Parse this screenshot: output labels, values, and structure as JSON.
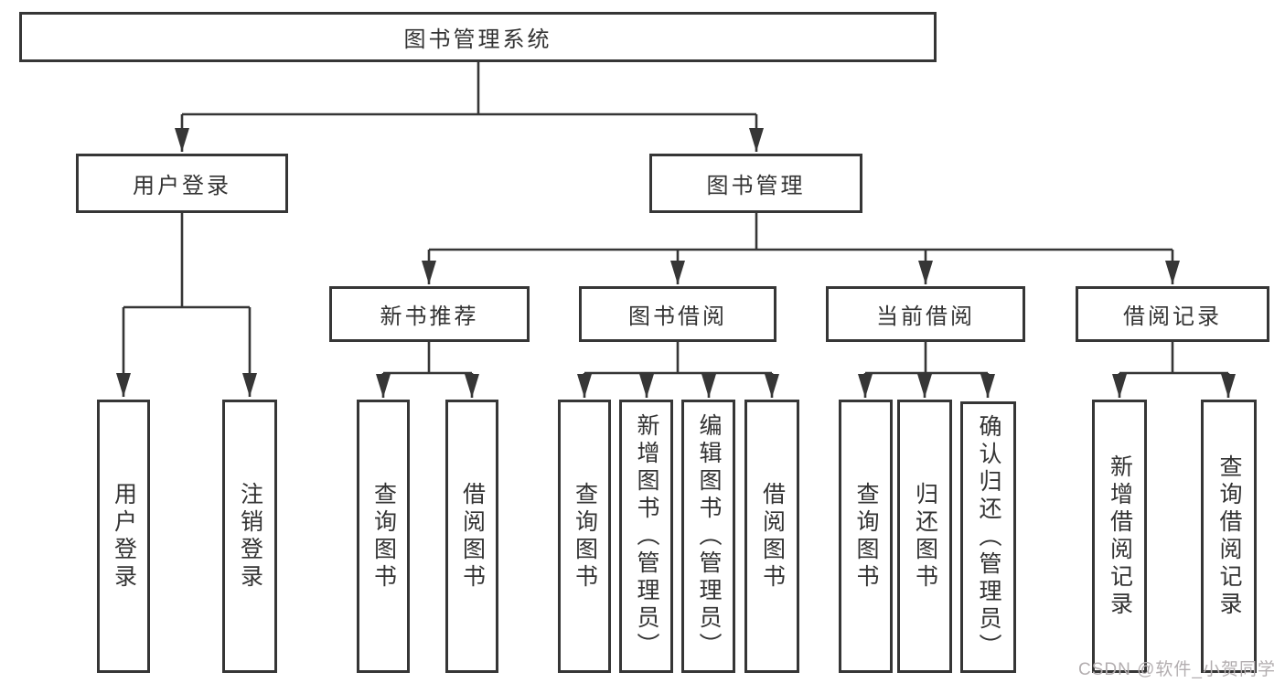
{
  "diagram": {
    "title_node": "图书管理系统",
    "root": {
      "label": "图书管理系统"
    },
    "branches": [
      {
        "label": "用户登录",
        "children": [
          {
            "label": "用户登录"
          },
          {
            "label": "注销登录"
          }
        ]
      },
      {
        "label": "图书管理",
        "sections": [
          {
            "label": "新书推荐",
            "children": [
              {
                "label": "查询图书"
              },
              {
                "label": "借阅图书"
              }
            ]
          },
          {
            "label": "图书借阅",
            "children": [
              {
                "label": "查询图书"
              },
              {
                "label": "新增图书（管理员）"
              },
              {
                "label": "编辑图书（管理员）"
              },
              {
                "label": "借阅图书"
              }
            ]
          },
          {
            "label": "当前借阅",
            "children": [
              {
                "label": "查询图书"
              },
              {
                "label": "归还图书"
              },
              {
                "label": "确认归还（管理员）"
              }
            ]
          },
          {
            "label": "借阅记录",
            "children": [
              {
                "label": "新增借阅记录"
              },
              {
                "label": "查询借阅记录"
              }
            ]
          }
        ]
      }
    ]
  },
  "watermark": {
    "text": "CSDN @软件_小贺同学"
  },
  "colors": {
    "line": "#363636",
    "text": "#333333",
    "watermark": "#b3aeb0",
    "background": "#ffffff"
  }
}
